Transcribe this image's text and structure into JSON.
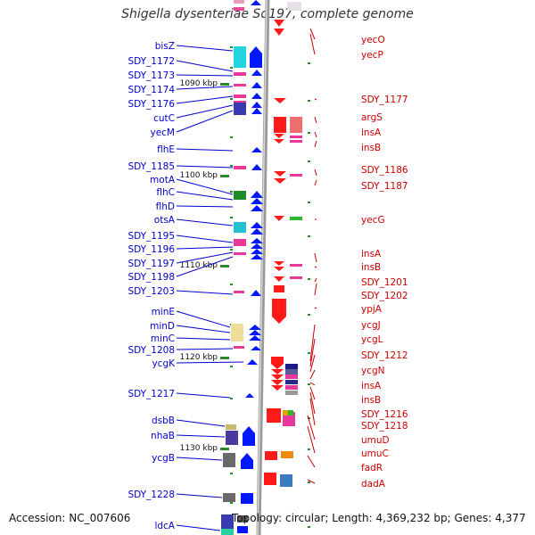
{
  "title": "Shigella dysenteriae Sd197, complete genome",
  "accession_text": "Accession: NC_007606",
  "topology_text": "Topology: circular; Length: 4,369,232 bp; Genes: 4,377",
  "colors": {
    "left_label": "#0000cc",
    "right_label": "#cc0000",
    "backbone": "#999999",
    "tick": "#2a8a2a"
  },
  "kbp_markers": [
    "1090 kbp",
    "1100 kbp",
    "1110 kbp",
    "1120 kbp",
    "1130 kbp"
  ],
  "left_labels": [
    "bisZ",
    "SDY_1172",
    "SDY_1173",
    "SDY_1174",
    "SDY_1176",
    "cutC",
    "yecM",
    "flhE",
    "SDY_1185",
    "motA",
    "flhC",
    "flhD",
    "otsA",
    "SDY_1195",
    "SDY_1196",
    "SDY_1197",
    "SDY_1198",
    "SDY_1203",
    "minE",
    "minD",
    "minC",
    "SDY_1208",
    "ycgK",
    "SDY_1217",
    "dsbB",
    "nhaB",
    "ycgB",
    "SDY_1228",
    "ldcA"
  ],
  "right_labels": [
    "yecO",
    "yecP",
    "SDY_1177",
    "argS",
    "insA",
    "insB",
    "SDY_1186",
    "SDY_1187",
    "yecG",
    "insA",
    "insB",
    "SDY_1201",
    "SDY_1202",
    "ypjA",
    "ycgJ",
    "ycgL",
    "SDY_1212",
    "ycgN",
    "insA",
    "insB",
    "SDY_1216",
    "SDY_1218",
    "umuD",
    "umuC",
    "fadR",
    "dadA"
  ]
}
